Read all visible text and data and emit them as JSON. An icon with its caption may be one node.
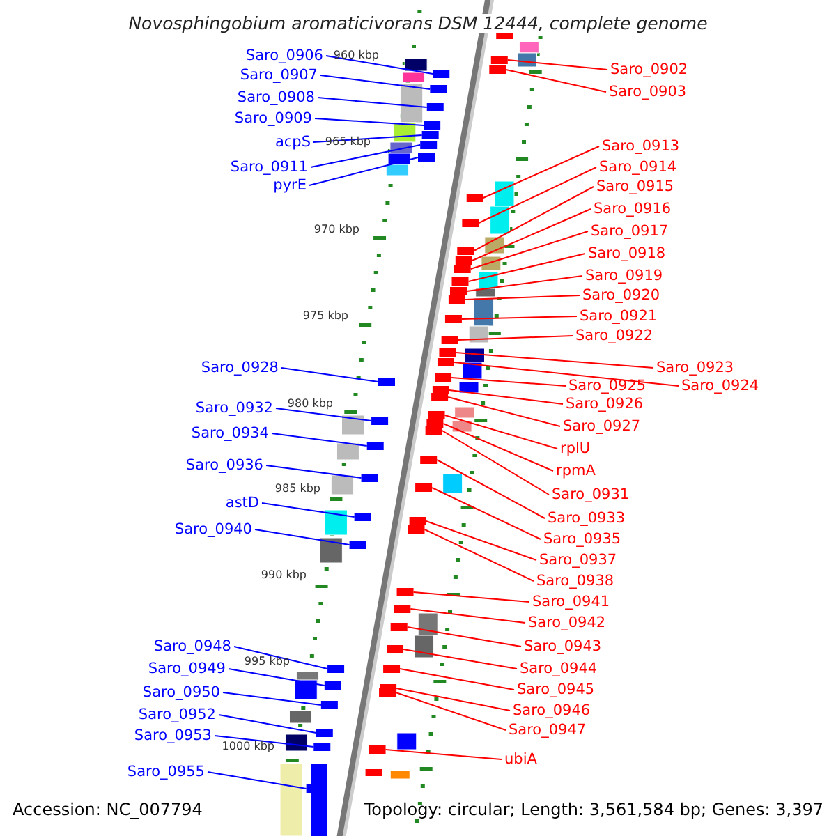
{
  "diagram": {
    "title": "Novosphingobium aromaticivorans DSM 12444, complete genome",
    "nodes": [
      {
        "text": [
          "Saro_0906"
        ]
      },
      {
        "text": [
          "Saro_0907"
        ]
      },
      {
        "text": [
          "Saro_0908"
        ]
      },
      {
        "text": [
          "Saro_0909"
        ]
      },
      {
        "text": [
          "acpS"
        ]
      },
      {
        "text": [
          "Saro_0911"
        ]
      },
      {
        "text": [
          "pyrE"
        ]
      },
      {
        "text": [
          "Saro_0928"
        ]
      },
      {
        "text": [
          "Saro_0932"
        ]
      },
      {
        "text": [
          "Saro_0934"
        ]
      },
      {
        "text": [
          "Saro_0936"
        ]
      },
      {
        "text": [
          "astD"
        ]
      },
      {
        "text": [
          "Saro_0940"
        ]
      },
      {
        "text": [
          "Saro_0948"
        ]
      },
      {
        "text": [
          "Saro_0949"
        ]
      },
      {
        "text": [
          "Saro_0950"
        ]
      },
      {
        "text": [
          "Saro_0952"
        ]
      },
      {
        "text": [
          "Saro_0953"
        ]
      },
      {
        "text": [
          "Saro_0955"
        ]
      },
      {
        "text": [
          "Saro_0902"
        ]
      },
      {
        "text": [
          "Saro_0903"
        ]
      },
      {
        "text": [
          "Saro_0913"
        ]
      },
      {
        "text": [
          "Saro_0914"
        ]
      },
      {
        "text": [
          "Saro_0915"
        ]
      },
      {
        "text": [
          "Saro_0916"
        ]
      },
      {
        "text": [
          "Saro_0917"
        ]
      },
      {
        "text": [
          "Saro_0918"
        ]
      },
      {
        "text": [
          "Saro_0919"
        ]
      },
      {
        "text": [
          "Saro_0920"
        ]
      },
      {
        "text": [
          "Saro_0921"
        ]
      },
      {
        "text": [
          "Saro_0922"
        ]
      },
      {
        "text": [
          "Saro_0923"
        ]
      },
      {
        "text": [
          "Saro_0924"
        ]
      },
      {
        "text": [
          "Saro_0925"
        ]
      },
      {
        "text": [
          "Saro_0926"
        ]
      },
      {
        "text": [
          "Saro_0927"
        ]
      },
      {
        "text": [
          "rplU"
        ]
      },
      {
        "text": [
          "rpmA"
        ]
      },
      {
        "text": [
          "Saro_0931"
        ]
      },
      {
        "text": [
          "Saro_0933"
        ]
      },
      {
        "text": [
          "Saro_0935"
        ]
      },
      {
        "text": [
          "Saro_0937"
        ]
      },
      {
        "text": [
          "Saro_0938"
        ]
      },
      {
        "text": [
          "Saro_0941"
        ]
      },
      {
        "text": [
          "Saro_0942"
        ]
      },
      {
        "text": [
          "Saro_0943"
        ]
      },
      {
        "text": [
          "Saro_0944"
        ]
      },
      {
        "text": [
          "Saro_0945"
        ]
      },
      {
        "text": [
          "Saro_0946"
        ]
      },
      {
        "text": [
          "Saro_0947"
        ]
      },
      {
        "text": [
          "ubiA"
        ]
      },
      {
        "text": [],
        "shape": "bar"
      },
      {
        "text": [],
        "shape": "bar"
      },
      {
        "text": [],
        "shape": "bar"
      },
      {
        "text": [],
        "shape": "bar"
      },
      {
        "text": [],
        "shape": "bar"
      },
      {
        "text": [],
        "shape": "bar"
      },
      {
        "text": [],
        "shape": "bar"
      },
      {
        "text": [],
        "shape": "bar"
      },
      {
        "text": [],
        "shape": "bar"
      },
      {
        "text": [],
        "shape": "bar"
      },
      {
        "text": [],
        "shape": "bar"
      },
      {
        "text": [],
        "shape": "bar"
      },
      {
        "text": [],
        "shape": "bar"
      },
      {
        "text": [],
        "shape": "bar"
      },
      {
        "text": [],
        "shape": "bar"
      },
      {
        "text": [],
        "shape": "bar"
      },
      {
        "text": [],
        "shape": "bar"
      },
      {
        "text": [],
        "shape": "bar"
      },
      {
        "text": [],
        "shape": "bar"
      },
      {
        "text": [],
        "shape": "bar"
      },
      {
        "text": [],
        "shape": "bar"
      },
      {
        "text": [],
        "shape": "bar"
      },
      {
        "text": [],
        "shape": "bar"
      },
      {
        "text": [],
        "shape": "bar"
      },
      {
        "text": [],
        "shape": "bar"
      },
      {
        "text": [],
        "shape": "bar"
      },
      {
        "text": [],
        "shape": "bar"
      },
      {
        "text": [],
        "shape": "bar"
      },
      {
        "text": [],
        "shape": "bar"
      },
      {
        "text": [],
        "shape": "bar"
      },
      {
        "text": [],
        "shape": "bar"
      },
      {
        "text": [],
        "shape": "bar"
      },
      {
        "text": [],
        "shape": "bar"
      },
      {
        "text": [],
        "shape": "bar"
      },
      {
        "text": [],
        "shape": "bar"
      },
      {
        "text": [],
        "shape": "bar"
      },
      {
        "text": [],
        "shape": "bar"
      },
      {
        "text": [],
        "shape": "bar"
      },
      {
        "text": [],
        "shape": "bar"
      },
      {
        "text": [],
        "shape": "bar"
      },
      {
        "text": [],
        "shape": "bar"
      },
      {
        "text": [],
        "shape": "bar"
      },
      {
        "text": [],
        "shape": "bar"
      },
      {
        "text": [],
        "shape": "bar"
      },
      {
        "text": [],
        "shape": "bar"
      },
      {
        "text": [],
        "shape": "bar"
      },
      {
        "text": [],
        "shape": "bar"
      },
      {
        "text": [],
        "shape": "bar"
      },
      {
        "text": [],
        "shape": "bar"
      },
      {
        "text": [],
        "shape": "bar"
      },
      {
        "text": [],
        "shape": "bar"
      }
    ],
    "edges": [
      {
        "from": 0,
        "to": 51,
        "arrow": "none",
        "color": "#0000ff"
      },
      {
        "from": 1,
        "to": 52,
        "arrow": "none",
        "color": "#0000ff"
      },
      {
        "from": 2,
        "to": 53,
        "arrow": "none",
        "color": "#0000ff"
      },
      {
        "from": 3,
        "to": 54,
        "arrow": "none",
        "color": "#0000ff"
      },
      {
        "from": 4,
        "to": 55,
        "arrow": "none",
        "color": "#0000ff"
      },
      {
        "from": 5,
        "to": 56,
        "arrow": "none",
        "color": "#0000ff"
      },
      {
        "from": 6,
        "to": 57,
        "arrow": "none",
        "color": "#0000ff"
      },
      {
        "from": 7,
        "to": 58,
        "arrow": "none",
        "color": "#0000ff"
      },
      {
        "from": 8,
        "to": 59,
        "arrow": "none",
        "color": "#0000ff"
      },
      {
        "from": 9,
        "to": 60,
        "arrow": "none",
        "color": "#0000ff"
      },
      {
        "from": 10,
        "to": 61,
        "arrow": "none",
        "color": "#0000ff"
      },
      {
        "from": 11,
        "to": 62,
        "arrow": "none",
        "color": "#0000ff"
      },
      {
        "from": 12,
        "to": 63,
        "arrow": "none",
        "color": "#0000ff"
      },
      {
        "from": 13,
        "to": 64,
        "arrow": "none",
        "color": "#0000ff"
      },
      {
        "from": 14,
        "to": 65,
        "arrow": "none",
        "color": "#0000ff"
      },
      {
        "from": 15,
        "to": 66,
        "arrow": "none",
        "color": "#0000ff"
      },
      {
        "from": 16,
        "to": 67,
        "arrow": "none",
        "color": "#0000ff"
      },
      {
        "from": 17,
        "to": 68,
        "arrow": "none",
        "color": "#0000ff"
      },
      {
        "from": 18,
        "to": 69,
        "arrow": "none",
        "color": "#0000ff"
      },
      {
        "from": 19,
        "to": 70,
        "arrow": "none"
      },
      {
        "from": 20,
        "to": 71,
        "arrow": "none"
      },
      {
        "from": 21,
        "to": 72,
        "arrow": "none"
      },
      {
        "from": 22,
        "to": 73,
        "arrow": "none"
      },
      {
        "from": 23,
        "to": 74,
        "arrow": "none"
      },
      {
        "from": 24,
        "to": 75,
        "arrow": "none"
      },
      {
        "from": 25,
        "to": 76,
        "arrow": "none"
      },
      {
        "from": 26,
        "to": 77,
        "arrow": "none"
      },
      {
        "from": 27,
        "to": 78,
        "arrow": "none"
      },
      {
        "from": 28,
        "to": 79,
        "arrow": "none"
      },
      {
        "from": 29,
        "to": 80,
        "arrow": "none"
      },
      {
        "from": 30,
        "to": 81,
        "arrow": "none"
      },
      {
        "from": 31,
        "to": 82,
        "arrow": "none"
      },
      {
        "from": 32,
        "to": 83,
        "arrow": "none"
      },
      {
        "from": 33,
        "to": 84,
        "arrow": "none"
      },
      {
        "from": 34,
        "to": 85,
        "arrow": "none"
      },
      {
        "from": 35,
        "to": 86,
        "arrow": "none"
      },
      {
        "from": 36,
        "to": 87,
        "arrow": "none"
      },
      {
        "from": 37,
        "to": 88,
        "arrow": "none"
      },
      {
        "from": 38,
        "to": 89,
        "arrow": "none"
      },
      {
        "from": 39,
        "to": 90,
        "arrow": "none"
      },
      {
        "from": 40,
        "to": 91,
        "arrow": "none"
      },
      {
        "from": 41,
        "to": 92,
        "arrow": "none"
      },
      {
        "from": 42,
        "to": 93,
        "arrow": "none"
      },
      {
        "from": 43,
        "to": 94,
        "arrow": "none"
      },
      {
        "from": 44,
        "to": 95,
        "arrow": "none"
      },
      {
        "from": 45,
        "to": 96,
        "arrow": "none"
      },
      {
        "from": 46,
        "to": 97,
        "arrow": "none"
      },
      {
        "from": 47,
        "to": 98,
        "arrow": "none"
      },
      {
        "from": 48,
        "to": 99,
        "arrow": "none"
      },
      {
        "from": 49,
        "to": 100,
        "arrow": "none"
      },
      {
        "from": 50,
        "to": 101,
        "arrow": "none"
      }
    ],
    "labels": [
      "960 kbp",
      "965 kbp",
      "970 kbp",
      "975 kbp",
      "980 kbp",
      "985 kbp",
      "990 kbp",
      "995 kbp",
      "1000 kbp",
      "Accession: NC_007794",
      "Topology: circular; Length: 3,561,584 bp; Genes: 3,397"
    ]
  }
}
